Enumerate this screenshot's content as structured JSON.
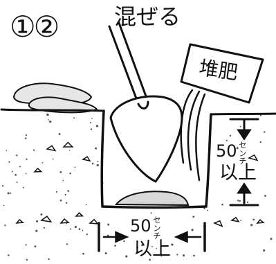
{
  "labels": {
    "steps": "①②",
    "mix": "混ぜる",
    "compost": "堆肥",
    "depth": {
      "value": "50",
      "unit": "センチ",
      "qualifier": "以上"
    },
    "width": {
      "value": "50",
      "unit": "センチ",
      "qualifier": "以上"
    }
  },
  "colors": {
    "ink": "#111111",
    "soil_dots": "#555555",
    "stone_fill": "#e6e6e6",
    "compost_fill": "#d9d9d9"
  },
  "icons": [
    "shovel-icon",
    "compost-bag-icon",
    "arrow-down-icon",
    "arrow-up-icon",
    "arrow-right-icon",
    "arrow-left-icon"
  ]
}
